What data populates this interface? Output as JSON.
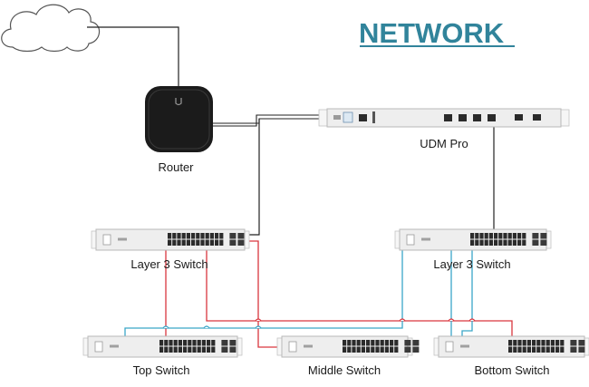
{
  "title": "NETWORK",
  "nodes": {
    "router": "Router",
    "udm_pro": "UDM Pro",
    "l3_left": "Layer 3 Switch",
    "l3_right": "Layer 3 Switch",
    "top": "Top Switch",
    "middle": "Middle Switch",
    "bottom": "Bottom Switch"
  },
  "colors": {
    "title": "#31849b",
    "link_black": "#222222",
    "link_red": "#d9363e",
    "link_blue": "#3aa6c8"
  }
}
